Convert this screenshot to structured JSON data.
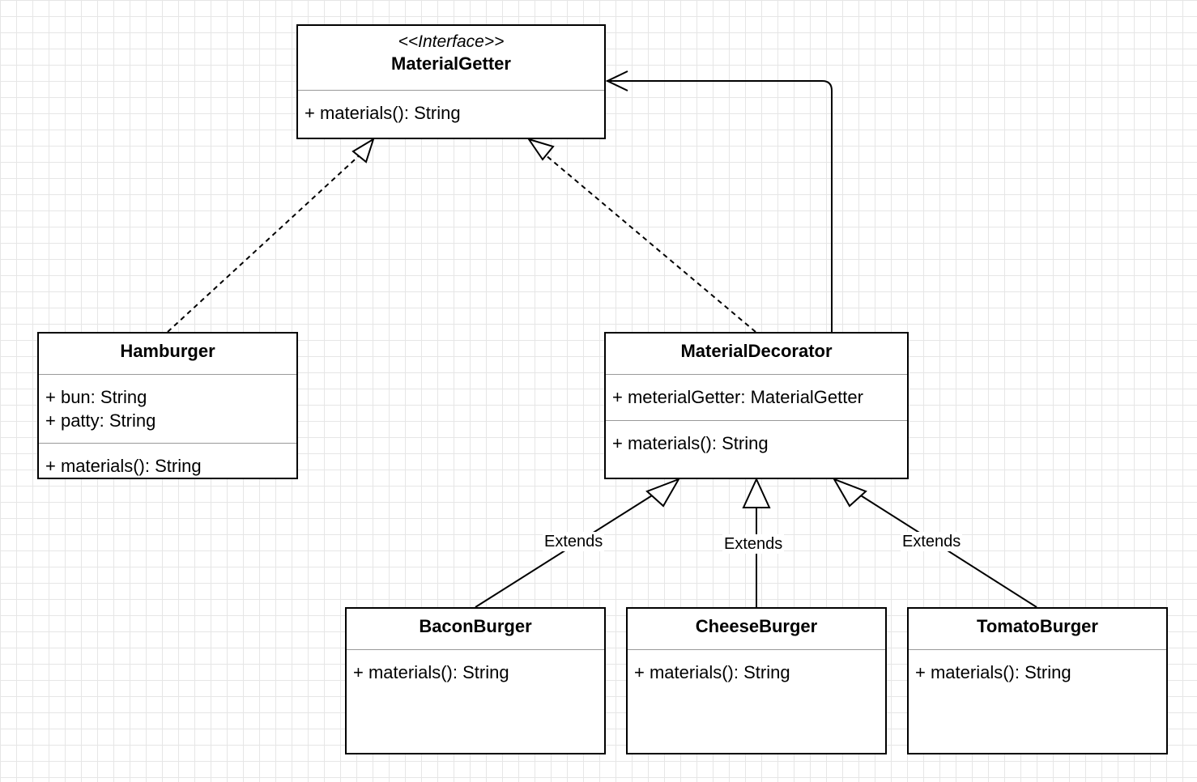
{
  "interface": {
    "stereotype": "<<Interface>>",
    "name": "MaterialGetter",
    "method": "+ materials(): String"
  },
  "hamburger": {
    "name": "Hamburger",
    "fields": [
      "+ bun: String",
      "+ patty: String"
    ],
    "method": "+ materials(): String"
  },
  "decorator": {
    "name": "MaterialDecorator",
    "field": "+ meterialGetter: MaterialGetter",
    "method": "+ materials(): String"
  },
  "bacon": {
    "name": "BaconBurger",
    "method": "+ materials(): String"
  },
  "cheese": {
    "name": "CheeseBurger",
    "method": "+ materials(): String"
  },
  "tomato": {
    "name": "TomatoBurger",
    "method": "+ materials(): String"
  },
  "edge_labels": {
    "bacon": "Extends",
    "cheese": "Extends",
    "tomato": "Extends"
  }
}
